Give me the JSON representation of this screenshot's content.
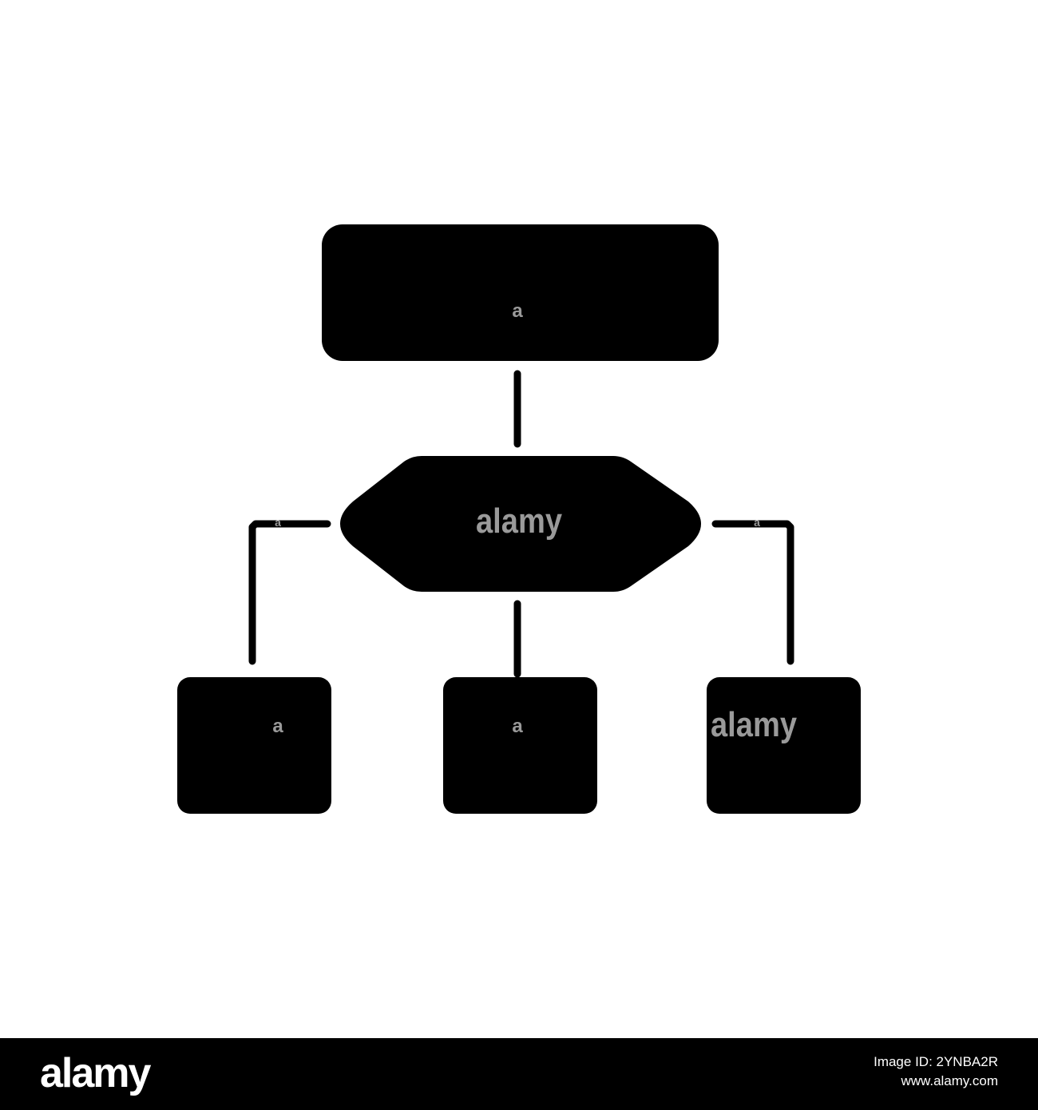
{
  "colors": {
    "background": "#ffffff",
    "shape_fill": "#000000",
    "connector": "#000000",
    "watermark": "#9a9a9a",
    "footer_background": "#000000",
    "footer_text": "#ffffff"
  },
  "diagram": {
    "nodes": [
      {
        "id": "top",
        "shape": "rounded-rectangle",
        "label": ""
      },
      {
        "id": "middle",
        "shape": "hexagon",
        "label": ""
      },
      {
        "id": "left",
        "shape": "rounded-square",
        "label": ""
      },
      {
        "id": "center",
        "shape": "rounded-square",
        "label": ""
      },
      {
        "id": "right",
        "shape": "rounded-square",
        "label": ""
      }
    ],
    "edges": [
      {
        "from": "top",
        "to": "middle"
      },
      {
        "from": "middle",
        "to": "left"
      },
      {
        "from": "middle",
        "to": "center"
      },
      {
        "from": "middle",
        "to": "right"
      }
    ]
  },
  "watermarks": {
    "center_text": "alamy",
    "right_box_text": "alamy",
    "small_mark": "a"
  },
  "footer": {
    "logo": "alamy",
    "image_id": "Image ID: 2YNBA2R",
    "site": "www.alamy.com"
  }
}
